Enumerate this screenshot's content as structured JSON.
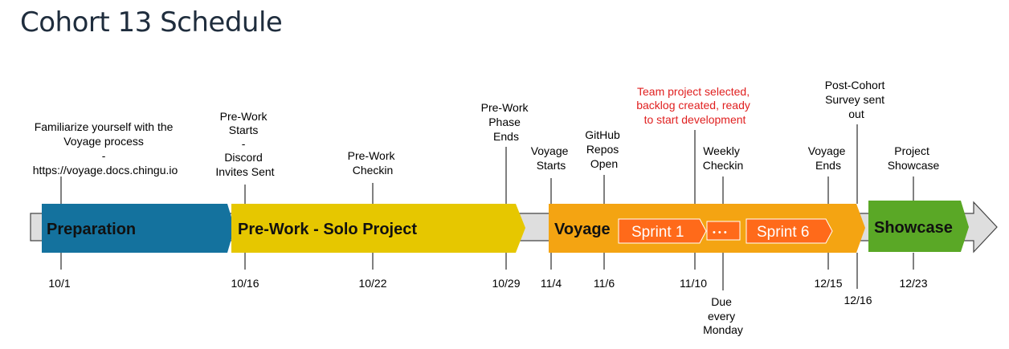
{
  "title": "Cohort 13 Schedule",
  "phases": {
    "preparation": "Preparation",
    "prework": "Pre-Work - Solo Project",
    "voyage": "Voyage",
    "sprint1": "Sprint 1",
    "ellipsis": "• • •",
    "sprint6": "Sprint 6",
    "showcase": "Showcase"
  },
  "events_top": {
    "familiarize": [
      "Familiarize yourself with the",
      "Voyage process",
      "-",
      "https://voyage.docs.chingu.io"
    ],
    "prework_starts": [
      "Pre-Work",
      "Starts",
      "-",
      "Discord",
      "Invites Sent"
    ],
    "prework_checkin": [
      "Pre-Work",
      "Checkin"
    ],
    "prework_ends": [
      "Pre-Work",
      "Phase",
      "Ends"
    ],
    "voyage_starts": [
      "Voyage",
      "Starts"
    ],
    "github": [
      "GitHub",
      "Repos",
      "Open"
    ],
    "team_project": [
      "Team project selected,",
      "backlog created, ready",
      "to start development"
    ],
    "weekly_checkin": [
      "Weekly",
      "Checkin"
    ],
    "voyage_ends": [
      "Voyage",
      "Ends"
    ],
    "survey": [
      "Post-Cohort",
      "Survey sent",
      "out"
    ],
    "project_showcase": [
      "Project",
      "Showcase"
    ]
  },
  "events_bottom": {
    "due": [
      "Due",
      "every",
      "Monday"
    ]
  },
  "dates": {
    "d1": "10/1",
    "d2": "10/16",
    "d3": "10/22",
    "d4": "10/29",
    "d5": "11/4",
    "d6": "11/6",
    "d7": "11/10",
    "d8": "12/15",
    "d9": "12/16",
    "d10": "12/23"
  },
  "colors": {
    "preparation": "#14729e",
    "prework": "#e6c700",
    "voyage": "#f4a412",
    "sprint": "#ff6a1a",
    "showcase": "#5aa826",
    "red_text": "#e02020"
  }
}
